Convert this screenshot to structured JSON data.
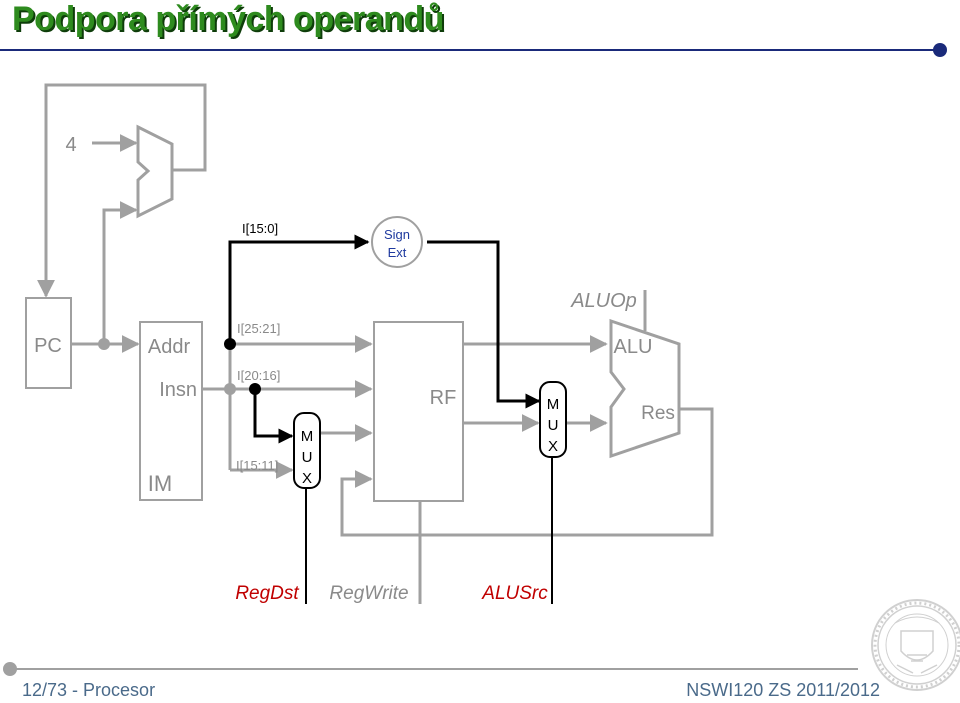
{
  "slide": {
    "title": "Podpora přímých operandů"
  },
  "diagram": {
    "const_four": "4",
    "pc": "PC",
    "im_addr": "Addr",
    "im_insn": "Insn",
    "im_name": "IM",
    "bits_15_0": "I[15:0]",
    "bits_25_21": "I[25:21]",
    "bits_20_16": "I[20:16]",
    "bits_15_11": "I[15:11]",
    "sign_ext_line1": "Sign",
    "sign_ext_line2": "Ext",
    "rf": "RF",
    "mux_m": "M",
    "mux_u": "U",
    "mux_x": "X",
    "aluop": "ALUOp",
    "alu": "ALU",
    "alu_res": "Res",
    "sig_regdst": "RegDst",
    "sig_regwrite": "RegWrite",
    "sig_alusrc": "ALUSrc"
  },
  "footer": {
    "left": "12/73 - Procesor",
    "right": "NSWI120 ZS 2011/2012"
  },
  "colors": {
    "title": "#2e8b1e",
    "wire_gray": "#a0a0a0",
    "wire_black": "#000000",
    "signal_red": "#c00000",
    "sign_ext_text": "#1f3a9f",
    "rule": "#1a2a7a"
  }
}
